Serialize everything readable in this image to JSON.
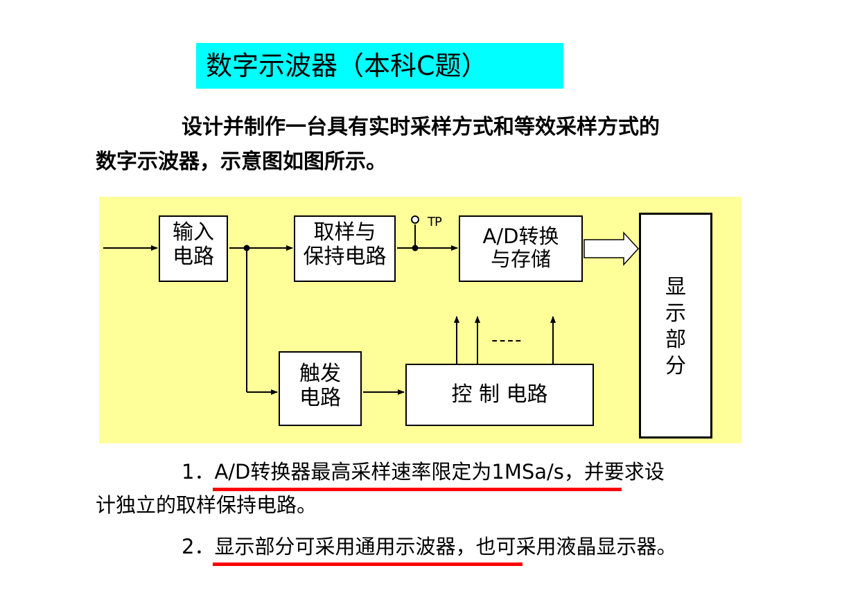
{
  "title": "数字示波器（本科C题）",
  "intro": {
    "line1": "设计并制作一台具有实时采样方式和等效采样方式的",
    "line2": "数字示波器，示意图如图所示。"
  },
  "diagram": {
    "input_circuit": [
      "输入",
      "电路"
    ],
    "sample_hold": [
      "取样与",
      "保持电路"
    ],
    "tp_label": "TP",
    "ad_convert": [
      "A/D转换",
      "与存储"
    ],
    "display": [
      "显",
      "示",
      "部",
      "分"
    ],
    "trigger": [
      "触发",
      "电路"
    ],
    "control": "控 制 电路",
    "dashes": "----"
  },
  "requirements": {
    "r1_line1": "1．A/D转换器最高采样速率限定为1MSa/s，并要求设",
    "r1_line2": "计独立的取样保持电路。",
    "r2": "2．显示部分可采用通用示波器，也可采用液晶显示器。"
  },
  "colors": {
    "title_bg": "#00ffff",
    "diagram_bg": "#ffff99",
    "underline": "#ff0000"
  }
}
